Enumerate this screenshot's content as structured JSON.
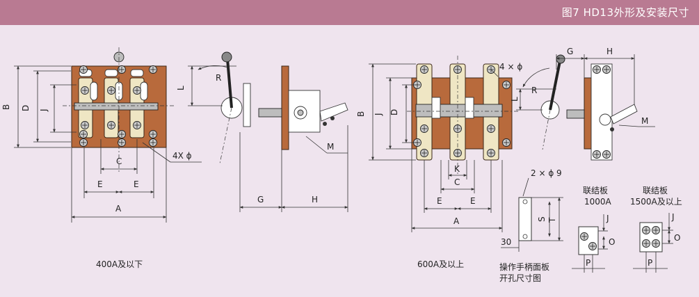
{
  "header": {
    "title": "图7  HD13外形及安装尺寸"
  },
  "left_view": {
    "dims": {
      "A": "A",
      "B": "B",
      "C": "C",
      "D": "D",
      "E1": "E",
      "E2": "E",
      "J": "J",
      "L": "L",
      "R": "R",
      "G": "G",
      "H": "H",
      "M": "M",
      "holes": "4X ϕ"
    },
    "caption": "400A及以下"
  },
  "right_view": {
    "dims": {
      "A": "A",
      "B": "B",
      "C": "C",
      "D": "D",
      "E1": "E",
      "E2": "E",
      "J": "J",
      "K": "K",
      "L": "L",
      "R": "R",
      "G": "G",
      "H": "H",
      "M": "M",
      "holes": "4 × ϕ"
    },
    "caption": "600A及以上"
  },
  "handle_panel": {
    "holes": "2 × ϕ 9",
    "S": "S",
    "T": "T",
    "offset": "30",
    "caption_line1": "操作手柄面板",
    "caption_line2": "开孔尺寸图"
  },
  "link_plate_1000": {
    "title_line1": "联结板",
    "title_line2": "1000A",
    "J": "J",
    "O": "O",
    "P": "P"
  },
  "link_plate_1500": {
    "title_line1": "联结板",
    "title_line2": "1500A及以上",
    "J": "J",
    "O": "O",
    "P": "P"
  }
}
